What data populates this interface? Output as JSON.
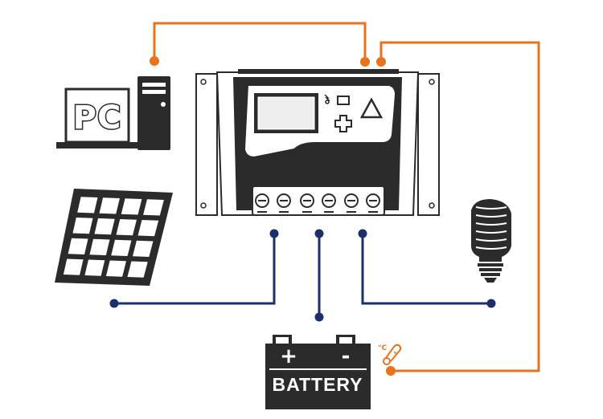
{
  "labels": {
    "pc": "PC",
    "battery": "BATTERY",
    "battery_plus": "+",
    "battery_minus": "-",
    "temp_unit": "°C"
  },
  "colors": {
    "comm_wire": "#e8731c",
    "power_wire": "#1a2f6b",
    "device_dark": "#2b2b2b"
  },
  "icons": {
    "pc": "pc-monitor-tower-icon",
    "solar": "solar-panel-icon",
    "controller": "solar-charge-controller-icon",
    "lamp": "light-bulb-icon",
    "battery": "battery-icon",
    "temperature": "thermometer-icon"
  }
}
